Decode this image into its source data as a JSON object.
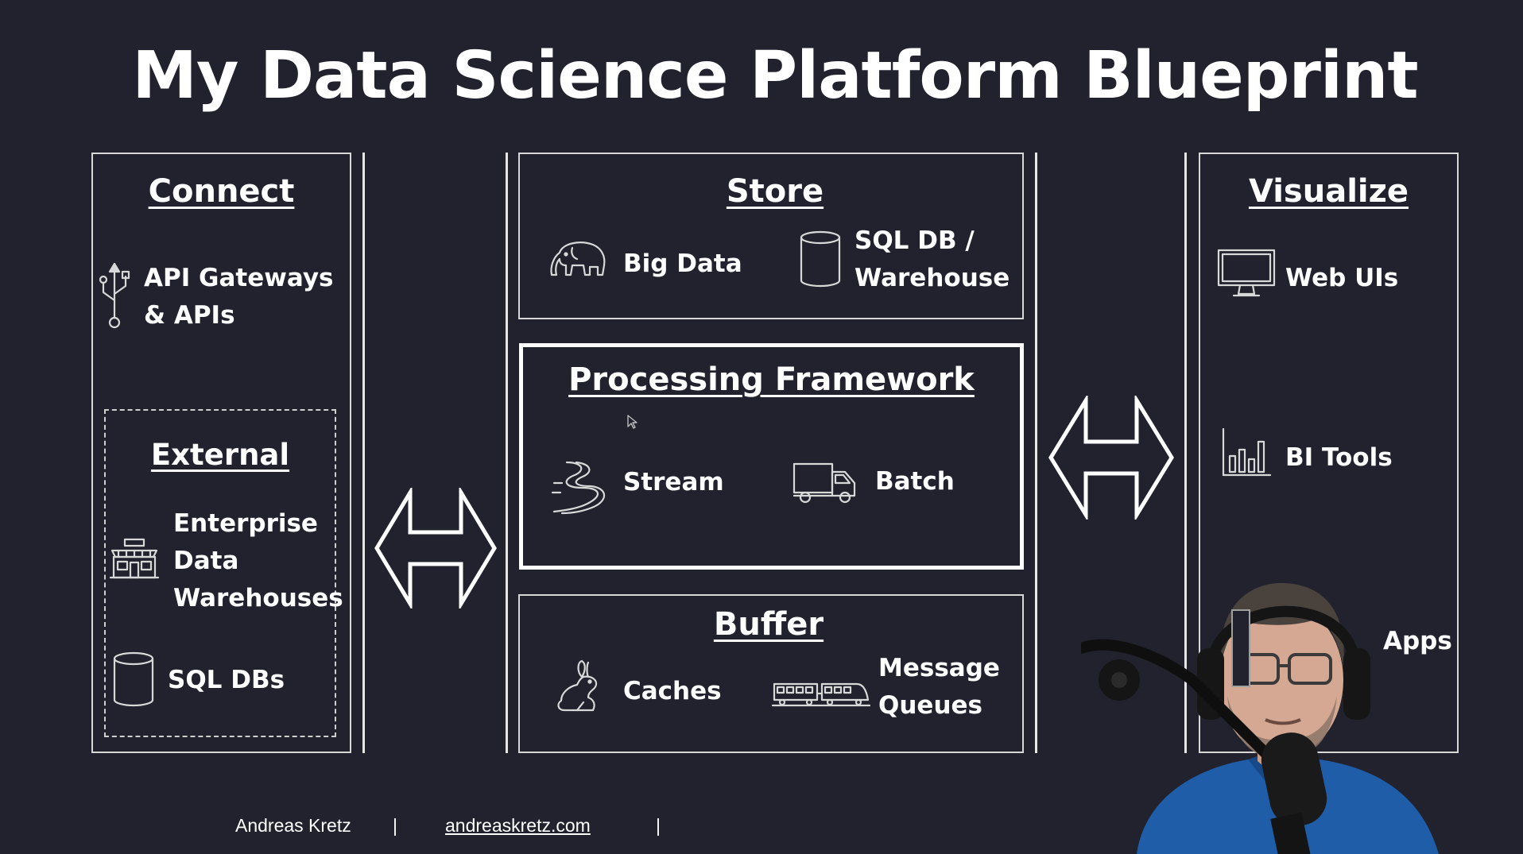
{
  "title": "My Data Science Platform Blueprint",
  "connect": {
    "heading": "Connect",
    "api_line1": "API Gateways",
    "api_line2": "& APIs",
    "external": {
      "heading": "External",
      "edw_line1": "Enterprise",
      "edw_line2": "Data",
      "edw_line3": "Warehouses",
      "sql_dbs": "SQL DBs"
    }
  },
  "store": {
    "heading": "Store",
    "big_data": "Big Data",
    "sql_line1": "SQL DB /",
    "sql_line2": "Warehouse"
  },
  "processing": {
    "heading": "Processing Framework",
    "stream": "Stream",
    "batch": "Batch"
  },
  "buffer": {
    "heading": "Buffer",
    "caches": "Caches",
    "mq_line1": "Message",
    "mq_line2": "Queues"
  },
  "visualize": {
    "heading": "Visualize",
    "web_uis": "Web UIs",
    "bi_tools": "BI Tools",
    "apps_partial": "Apps"
  },
  "footer": {
    "author": "Andreas Kretz",
    "separator": "|",
    "website": "andreaskretz.com"
  }
}
